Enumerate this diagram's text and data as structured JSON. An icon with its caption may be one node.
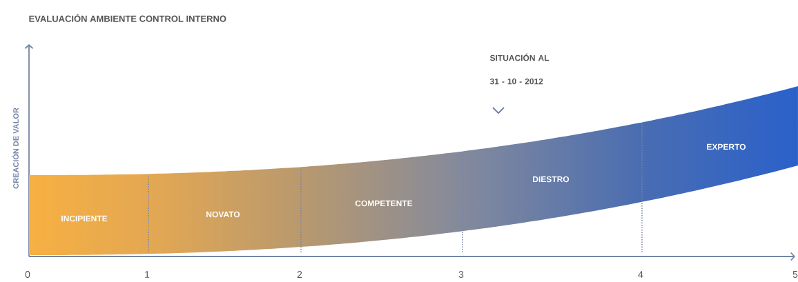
{
  "diagram": {
    "title": "EVALUACIÓN AMBIENTE CONTROL INTERNO",
    "nodes": [
      {
        "text": [
          "INCIPIENTE"
        ]
      },
      {
        "text": [
          "NOVATO"
        ]
      },
      {
        "text": [
          "COMPETENTE"
        ]
      },
      {
        "text": [
          "DIESTRO"
        ]
      },
      {
        "text": [
          "EXPERTO"
        ]
      }
    ],
    "labels": [
      "SITUACIÓN AL 31 - 10 - 2012",
      "CREACIÓN DE VALOR",
      "0",
      "1",
      "2",
      "3",
      "4",
      "5"
    ]
  }
}
